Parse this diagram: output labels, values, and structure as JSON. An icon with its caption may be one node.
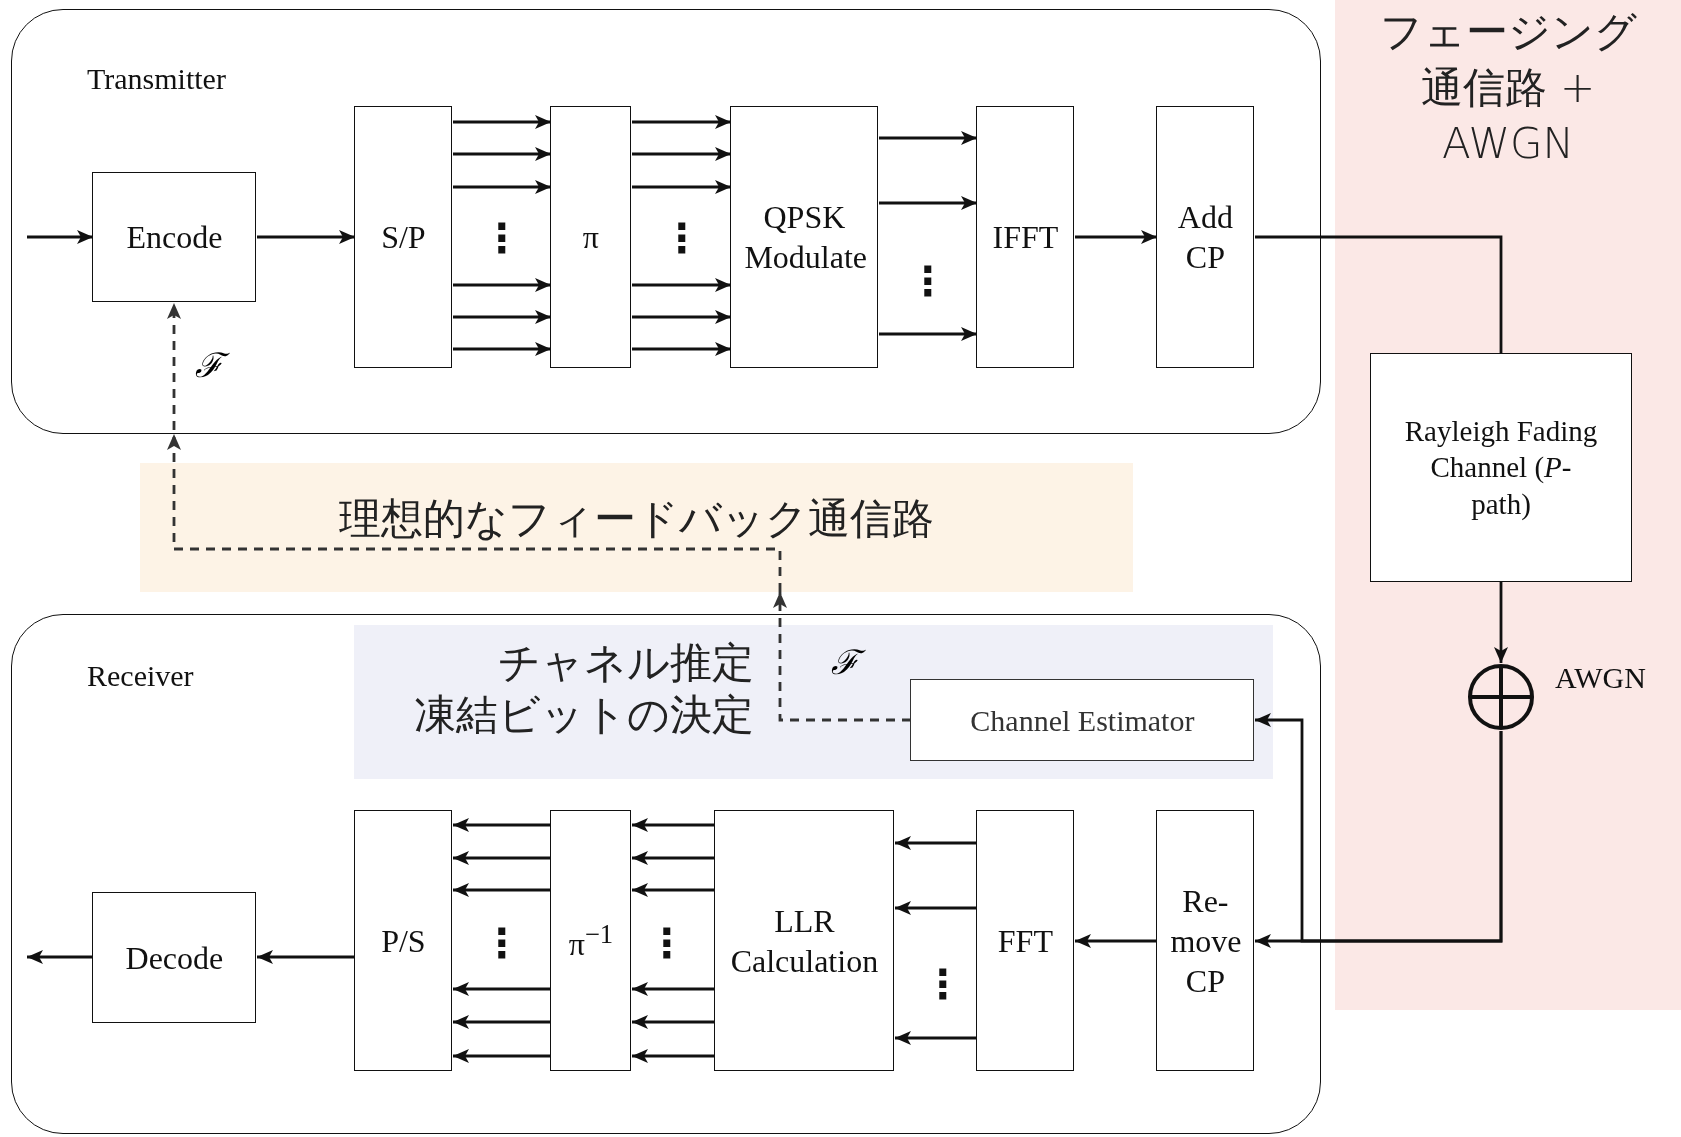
{
  "diagram": {
    "nodes": [
      {
        "text": [
          "Transmitter"
        ]
      },
      {
        "text": [
          "Encode"
        ],
        "in": 0
      },
      {
        "text": [
          "S/P"
        ],
        "in": 0
      },
      {
        "text": [
          "π"
        ],
        "in": 0
      },
      {
        "text": [
          "QPSK Modulate"
        ],
        "in": 0
      },
      {
        "text": [
          "IFFT"
        ],
        "in": 0
      },
      {
        "text": [
          "Add CP"
        ],
        "in": 0
      },
      {
        "text": [
          "フェージング通信路 + AWGN"
        ]
      },
      {
        "text": [
          "Rayleigh Fading Channel (*P*-path)"
        ],
        "in": 7
      },
      {
        "text": [],
        "shape": "circle",
        "in": 7,
        "beside": [
          "AWGN"
        ]
      },
      {
        "text": [
          "理想的なフィードバック通信路"
        ]
      },
      {
        "text": [
          "Receiver"
        ]
      },
      {
        "text": [
          "チャネル推定",
          "凍結ビットの決定"
        ],
        "in": 11
      },
      {
        "text": [
          "Channel Estimator"
        ],
        "in": 12
      },
      {
        "text": [
          "Decode"
        ],
        "in": 11
      },
      {
        "text": [
          "P/S"
        ],
        "in": 11
      },
      {
        "text": [
          "π$^{−1}$"
        ],
        "in": 11
      },
      {
        "text": [
          "LLR Calculation"
        ],
        "in": 11
      },
      {
        "text": [
          "FFT"
        ],
        "in": 11
      },
      {
        "text": [
          "Re- move CP"
        ],
        "in": 11
      }
    ],
    "edges": [
      {
        "from": null,
        "to": 1,
        "arrow": "to"
      },
      {
        "from": 1,
        "to": 2,
        "arrow": "to"
      },
      {
        "from": 2,
        "to": 3,
        "arrow": "to"
      },
      {
        "from": 2,
        "to": 3,
        "arrow": "to"
      },
      {
        "from": 2,
        "to": 3,
        "arrow": "to"
      },
      {
        "from": 2,
        "to": 3,
        "arrow": "to"
      },
      {
        "from": 2,
        "to": 3,
        "arrow": "to"
      },
      {
        "from": 2,
        "to": 3,
        "arrow": "to"
      },
      {
        "from": 3,
        "to": 4,
        "arrow": "to"
      },
      {
        "from": 3,
        "to": 4,
        "arrow": "to"
      },
      {
        "from": 3,
        "to": 4,
        "arrow": "to"
      },
      {
        "from": 3,
        "to": 4,
        "arrow": "to"
      },
      {
        "from": 3,
        "to": 4,
        "arrow": "to"
      },
      {
        "from": 3,
        "to": 4,
        "arrow": "to"
      },
      {
        "from": 4,
        "to": 5,
        "arrow": "to"
      },
      {
        "from": 4,
        "to": 5,
        "arrow": "to"
      },
      {
        "from": 4,
        "to": 5,
        "arrow": "to"
      },
      {
        "from": 5,
        "to": 6,
        "arrow": "to"
      },
      {
        "from": 6,
        "to": 8,
        "arrow": "none"
      },
      {
        "from": 8,
        "to": 9,
        "arrow": "to"
      },
      {
        "from": 9,
        "to": 19,
        "arrow": "to"
      },
      {
        "from": 9,
        "to": 13,
        "arrow": "to"
      },
      {
        "from": 19,
        "to": 18,
        "arrow": "to"
      },
      {
        "from": 18,
        "to": 17,
        "arrow": "to"
      },
      {
        "from": 18,
        "to": 17,
        "arrow": "to"
      },
      {
        "from": 18,
        "to": 17,
        "arrow": "to"
      },
      {
        "from": 17,
        "to": 16,
        "arrow": "to"
      },
      {
        "from": 17,
        "to": 16,
        "arrow": "to"
      },
      {
        "from": 17,
        "to": 16,
        "arrow": "to"
      },
      {
        "from": 17,
        "to": 16,
        "arrow": "to"
      },
      {
        "from": 17,
        "to": 16,
        "arrow": "to"
      },
      {
        "from": 17,
        "to": 16,
        "arrow": "to"
      },
      {
        "from": 16,
        "to": 15,
        "arrow": "to"
      },
      {
        "from": 16,
        "to": 15,
        "arrow": "to"
      },
      {
        "from": 16,
        "to": 15,
        "arrow": "to"
      },
      {
        "from": 16,
        "to": 15,
        "arrow": "to"
      },
      {
        "from": 16,
        "to": 15,
        "arrow": "to"
      },
      {
        "from": 16,
        "to": 15,
        "arrow": "to"
      },
      {
        "from": 15,
        "to": 14,
        "arrow": "to"
      },
      {
        "from": 14,
        "to": null,
        "arrow": "to"
      },
      {
        "from": 13,
        "to": 10,
        "arrow": "to",
        "style": "dashed",
        "color": "#333333",
        "label": "ℱ"
      },
      {
        "from": 10,
        "to": 1,
        "arrow": "to",
        "style": "dashed",
        "color": "#333333",
        "label": "ℱ"
      }
    ],
    "labels": [
      "⋮",
      "⋮",
      "⋮",
      "⋮",
      "⋮",
      "⋮"
    ]
  }
}
